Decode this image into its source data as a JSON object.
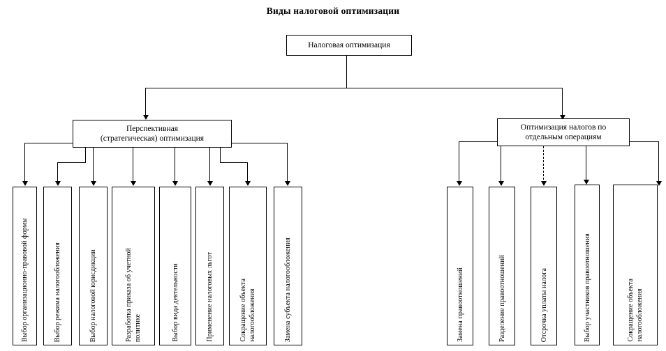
{
  "diagram": {
    "title": "Виды налоговой оптимизации",
    "type": "tree-hierarchy",
    "root": {
      "id": "root",
      "label": "Налоговая оптимизация"
    },
    "branches": [
      {
        "id": "branch-perspective",
        "label": "Перспективная\n(стратегическая) оптимизация",
        "leaves": [
          {
            "id": "leaf-legal-form",
            "label": "Выбор организационно-правовой формы"
          },
          {
            "id": "leaf-tax-regime",
            "label": "Выбор режима  налогообложения"
          },
          {
            "id": "leaf-jurisdiction",
            "label": "Выбор налоговой юрисдикции"
          },
          {
            "id": "leaf-accounting-policy",
            "label": "Разработка приказа об учетной\nполитике"
          },
          {
            "id": "leaf-activity-type",
            "label": "Выбор вида деятельности"
          },
          {
            "id": "leaf-tax-benefits",
            "label": "Применение налоговых льгот"
          },
          {
            "id": "leaf-reduce-object-1",
            "label": "Сокращение объекта\nналогообложения"
          },
          {
            "id": "leaf-replace-subject",
            "label": "Замена субъекта налогообложения"
          }
        ]
      },
      {
        "id": "branch-operations",
        "label": "Оптимизация налогов по\nотдельным операциям",
        "leaves": [
          {
            "id": "leaf-replace-relations",
            "label": "Замена правоотношений"
          },
          {
            "id": "leaf-split-relations",
            "label": "Разделение правоотношений"
          },
          {
            "id": "leaf-defer-payment",
            "label": "Отсрочка уплаты налога"
          },
          {
            "id": "leaf-choose-participants",
            "label": "Выбор участников правоотношения"
          },
          {
            "id": "leaf-reduce-object-2",
            "label": "Сокращение объекта\nналогообложения"
          }
        ]
      }
    ],
    "colors": {
      "stroke": "#000000",
      "fill": "#ffffff",
      "text": "#000000"
    }
  }
}
